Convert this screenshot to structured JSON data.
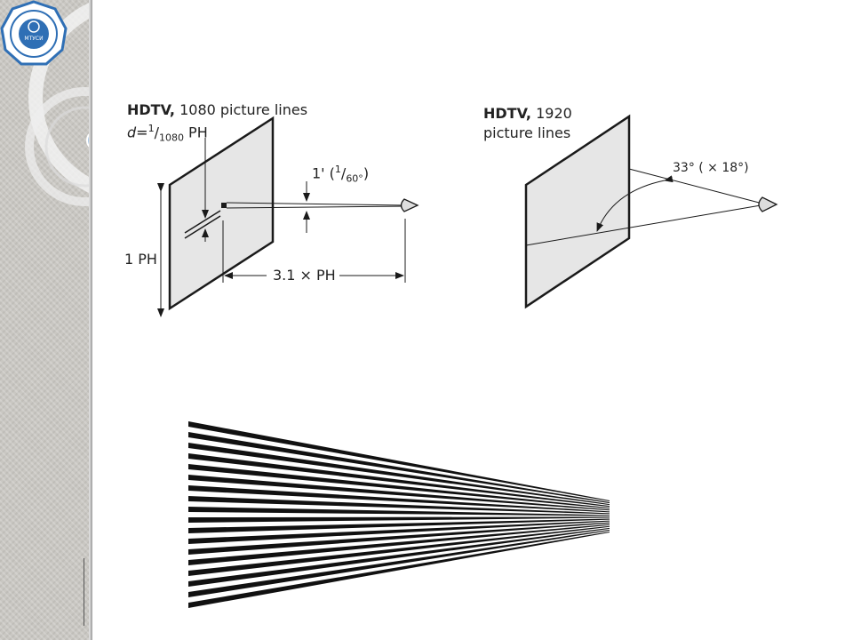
{
  "left_panel": {
    "title_bold": "HDTV,",
    "title_rest": "1080 picture lines",
    "d_label": "d=",
    "d_num": "1",
    "d_den": "1080",
    "d_unit": "PH",
    "angle_label": "1'",
    "angle_paren_open": "(",
    "angle_num": "1",
    "angle_den": "60°",
    "angle_paren_close": ")",
    "height_label": "1 PH",
    "distance_label": "3.1 × PH"
  },
  "right_panel": {
    "title_bold": "HDTV,",
    "title_line1": "1920",
    "title_line2": "picture lines",
    "angle_label": "33° ( × 18°)"
  },
  "logo": {
    "center_text": "МТУСИ"
  },
  "colors": {
    "screen_fill": "#e6e6e6",
    "line": "#1a1a1a",
    "sidebar": "#c9c7c2",
    "logo_blue": "#2f6fb5"
  }
}
